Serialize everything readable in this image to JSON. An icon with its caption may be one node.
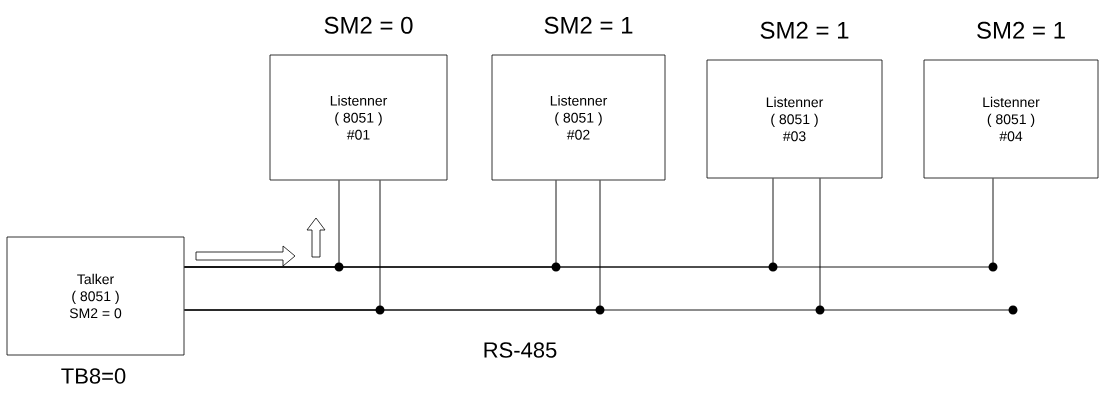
{
  "diagram": {
    "nodes": [
      {
        "text": [
          "Talker ( 8051 ) SM2 = 0"
        ],
        "beside": [
          "TB8=0"
        ]
      },
      {
        "text": [
          "Listenner ( 8051 ) #01"
        ],
        "beside": [
          "SM2 = 0"
        ]
      },
      {
        "text": [
          "Listenner ( 8051 ) #02"
        ],
        "beside": [
          "SM2 = 1"
        ]
      },
      {
        "text": [
          "Listenner ( 8051 ) #03"
        ],
        "beside": [
          "SM2 = 1"
        ]
      },
      {
        "text": [
          "Listenner ( 8051 ) #04"
        ],
        "beside": [
          "SM2 = 1"
        ]
      }
    ],
    "edges": [
      {
        "from": 0,
        "to": 1,
        "arrow": "none"
      },
      {
        "from": 0,
        "to": 2,
        "arrow": "none"
      },
      {
        "from": 0,
        "to": 3,
        "arrow": "none"
      },
      {
        "from": 0,
        "to": 4,
        "arrow": "none"
      },
      {
        "from": 0,
        "to": 1,
        "arrow": "none"
      },
      {
        "from": 0,
        "to": 2,
        "arrow": "none"
      },
      {
        "from": 0,
        "to": 3,
        "arrow": "none"
      }
    ],
    "labels": [
      "RS-485"
    ]
  }
}
